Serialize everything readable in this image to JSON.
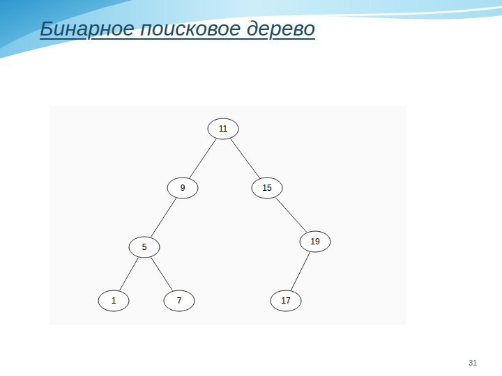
{
  "diagram": {
    "title": "Бинарное поисковое дерево",
    "nodes": [
      {
        "text": [
          "11"
        ]
      },
      {
        "text": [
          "9"
        ]
      },
      {
        "text": [
          "15"
        ]
      },
      {
        "text": [
          "5"
        ]
      },
      {
        "text": [
          "19"
        ]
      },
      {
        "text": [
          "1"
        ]
      },
      {
        "text": [
          "7"
        ]
      },
      {
        "text": [
          "17"
        ]
      }
    ],
    "edges": [
      {
        "from": 0,
        "to": 1,
        "arrow": "none"
      },
      {
        "from": 0,
        "to": 2,
        "arrow": "none"
      },
      {
        "from": 1,
        "to": 3,
        "arrow": "none"
      },
      {
        "from": 2,
        "to": 4,
        "arrow": "none"
      },
      {
        "from": 3,
        "to": 5,
        "arrow": "none"
      },
      {
        "from": 3,
        "to": 6,
        "arrow": "none"
      },
      {
        "from": 4,
        "to": 7,
        "arrow": "none"
      }
    ],
    "labels": [
      "31"
    ]
  }
}
